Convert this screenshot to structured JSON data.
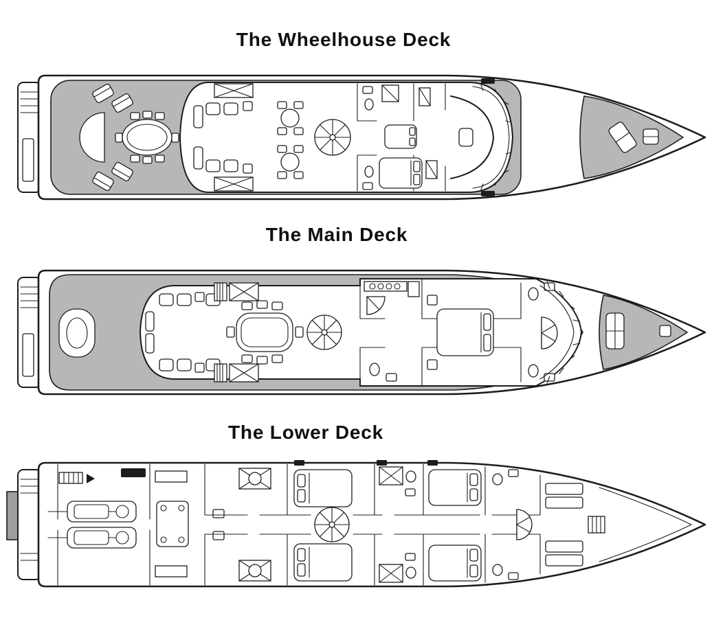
{
  "page": {
    "background": "#ffffff"
  },
  "decks": [
    {
      "title": "The Wheelhouse Deck"
    },
    {
      "title": "The Main Deck"
    },
    {
      "title": "The Lower Deck"
    }
  ],
  "colors": {
    "line": "#1c1c1c",
    "shade": "#b7b7b7",
    "shade_dark": "#9e9e9e",
    "title_text": "#101010",
    "background": "#ffffff"
  }
}
